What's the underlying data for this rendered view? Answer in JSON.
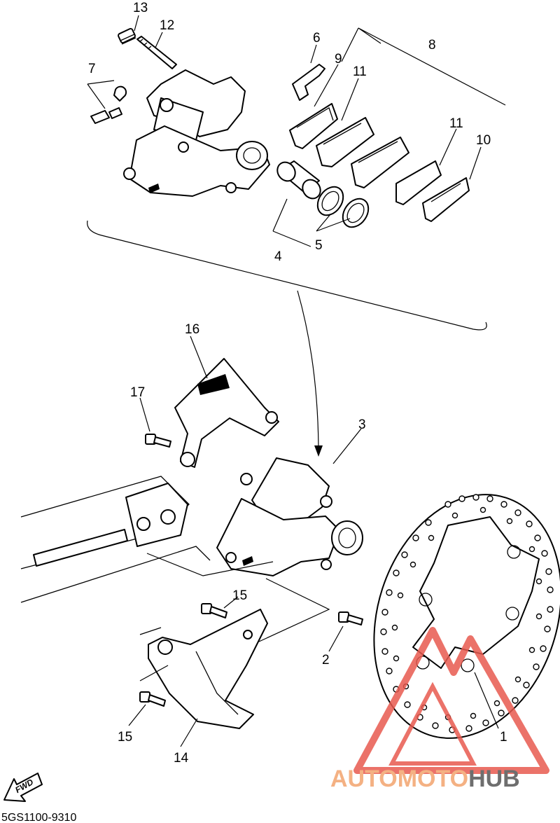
{
  "diagram": {
    "ref_code": "5GS1100-9310",
    "fwd_label": "FWD",
    "callouts": [
      {
        "id": "c13",
        "label": "13"
      },
      {
        "id": "c12",
        "label": "12"
      },
      {
        "id": "c7",
        "label": "7"
      },
      {
        "id": "c6",
        "label": "6"
      },
      {
        "id": "c8",
        "label": "8"
      },
      {
        "id": "c9",
        "label": "9"
      },
      {
        "id": "c11a",
        "label": "11"
      },
      {
        "id": "c11b",
        "label": "11"
      },
      {
        "id": "c10",
        "label": "10"
      },
      {
        "id": "c4",
        "label": "4"
      },
      {
        "id": "c5",
        "label": "5"
      },
      {
        "id": "c16",
        "label": "16"
      },
      {
        "id": "c17",
        "label": "17"
      },
      {
        "id": "c3",
        "label": "3"
      },
      {
        "id": "c15a",
        "label": "15"
      },
      {
        "id": "c2",
        "label": "2"
      },
      {
        "id": "c15b",
        "label": "15"
      },
      {
        "id": "c14",
        "label": "14"
      },
      {
        "id": "c1",
        "label": "1"
      }
    ]
  },
  "watermark": {
    "text_part1": "AUTOMOTO",
    "text_part2": "HUB",
    "color_primary": "#f4b183",
    "color_secondary": "#6e6e6e",
    "triangle_color": "#e85a4f"
  }
}
